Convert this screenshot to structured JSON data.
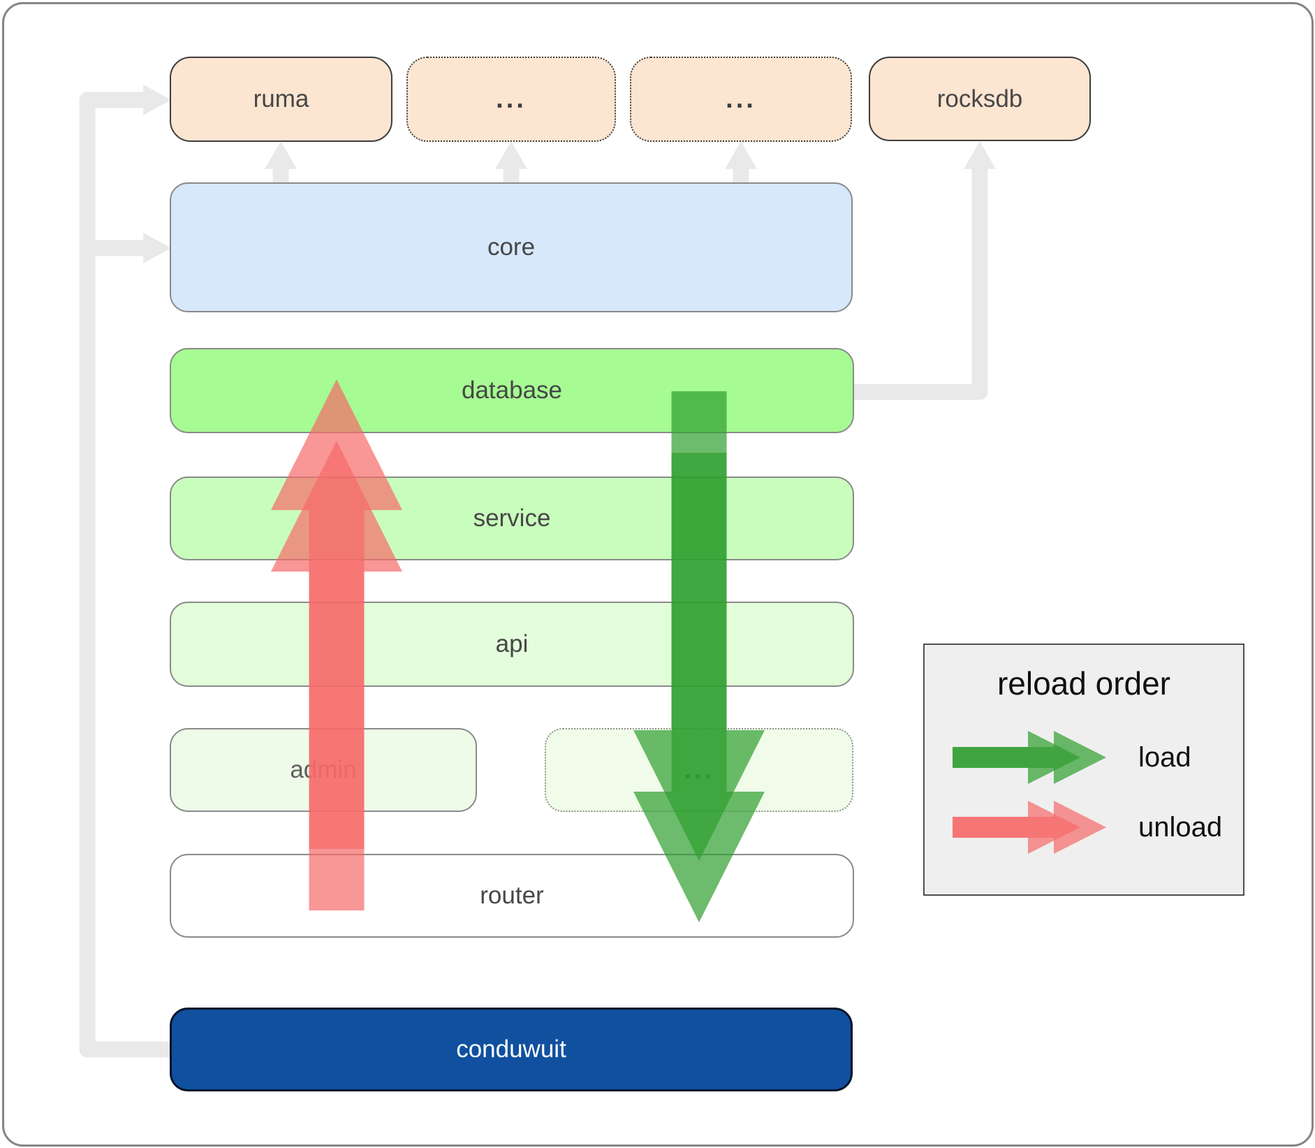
{
  "diagram": {
    "boxes": {
      "ruma": "ruma",
      "ellipsis1": "...",
      "ellipsis2": "...",
      "rocksdb": "rocksdb",
      "core": "core",
      "database": "database",
      "service": "service",
      "api": "api",
      "admin": "admin",
      "ellipsis3": "...",
      "router": "router",
      "conduwuit": "conduwuit"
    },
    "legend": {
      "title": "reload order",
      "items": [
        {
          "label": "load",
          "color": "#2f9e2f"
        },
        {
          "label": "unload",
          "color": "#f66a6a"
        }
      ]
    },
    "colors": {
      "load_arrow": "#2f9e2f",
      "unload_arrow": "#f66a6a",
      "connector": "#e9e9e9",
      "module_fill": "#fce5d1",
      "core_fill": "#d6e8fb",
      "database_fill": "#a6fb92",
      "service_fill": "#c9fdbd",
      "api_fill": "#e3fedb",
      "admin_fill": "#eefbe8",
      "router_fill": "#ffffff",
      "conduwuit_fill": "#10509e"
    }
  }
}
